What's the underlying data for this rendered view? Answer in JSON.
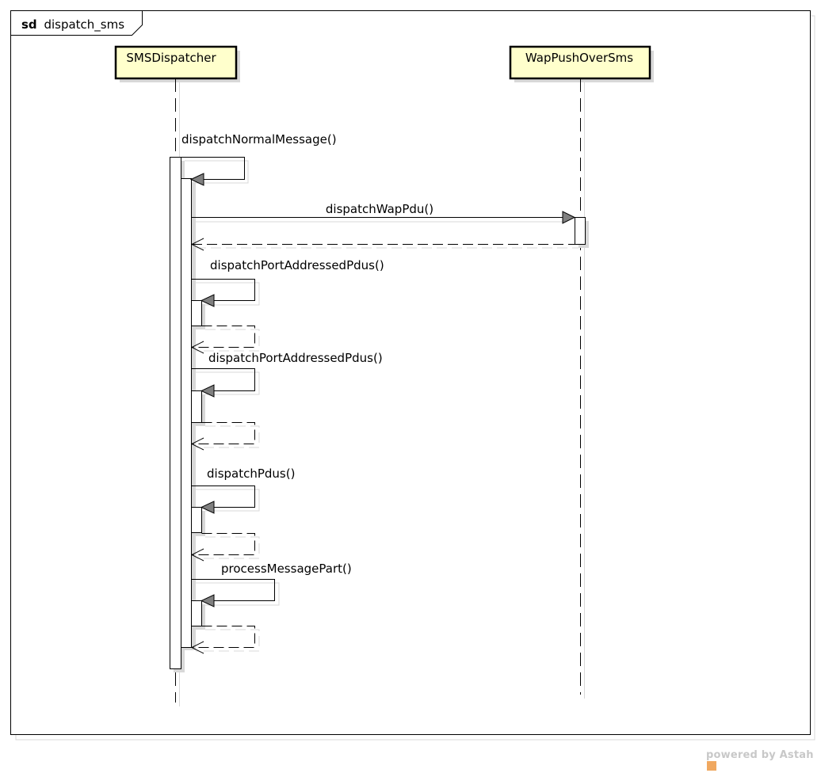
{
  "frame": {
    "keyword": "sd",
    "name": "dispatch_sms"
  },
  "lifelines": [
    {
      "id": "sms",
      "name": "SMSDispatcher"
    },
    {
      "id": "wap",
      "name": "WapPushOverSms"
    }
  ],
  "messages": [
    {
      "label": "dispatchNormalMessage()",
      "kind": "self-sync"
    },
    {
      "label": "dispatchWapPdu()",
      "kind": "sync",
      "from": "SMSDispatcher",
      "to": "WapPushOverSms"
    },
    {
      "label": "",
      "kind": "reply",
      "from": "WapPushOverSms",
      "to": "SMSDispatcher"
    },
    {
      "label": "dispatchPortAddressedPdus()",
      "kind": "self-sync"
    },
    {
      "label": "",
      "kind": "self-reply"
    },
    {
      "label": "dispatchPortAddressedPdus()",
      "kind": "self-sync"
    },
    {
      "label": "",
      "kind": "self-reply"
    },
    {
      "label": "dispatchPdus()",
      "kind": "self-sync"
    },
    {
      "label": "",
      "kind": "self-reply"
    },
    {
      "label": "processMessagePart()",
      "kind": "self-sync"
    },
    {
      "label": "",
      "kind": "self-reply"
    }
  ],
  "watermark": {
    "text": "powered by Astah"
  },
  "colors": {
    "lifeline_fill": "#ffffcc",
    "arrow_fill": "#808080",
    "shadow": "#c8c8c8"
  }
}
